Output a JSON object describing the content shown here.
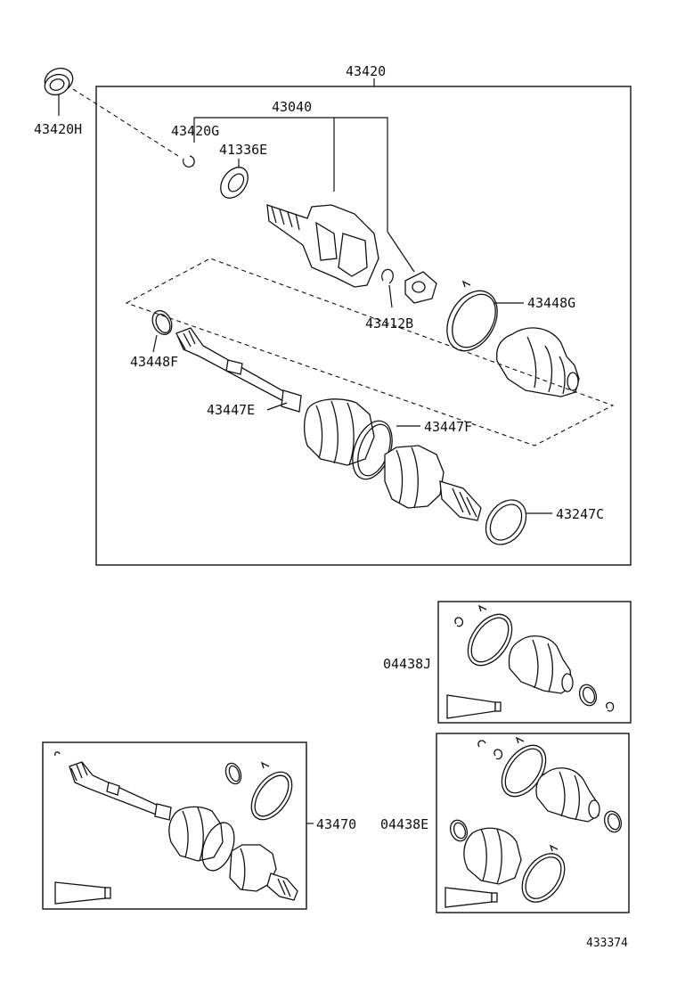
{
  "labels": {
    "assembly_43420": "43420",
    "bearing_43420H": "43420H",
    "inboard_joint_43040": "43040",
    "snap_ring_43420G": "43420G",
    "seal_41336E": "41336E",
    "snap_ring_43412B": "43412B",
    "clamp_43448G": "43448G",
    "clamp_43448F": "43448F",
    "shaft_43447E": "43447E",
    "boot_43447F": "43447F",
    "ring_43247C": "43247C",
    "kit_04438J": "04438J",
    "shaft_assembly_43470": "43470",
    "kit_04438E": "04438E",
    "diagram_number": "433374"
  }
}
